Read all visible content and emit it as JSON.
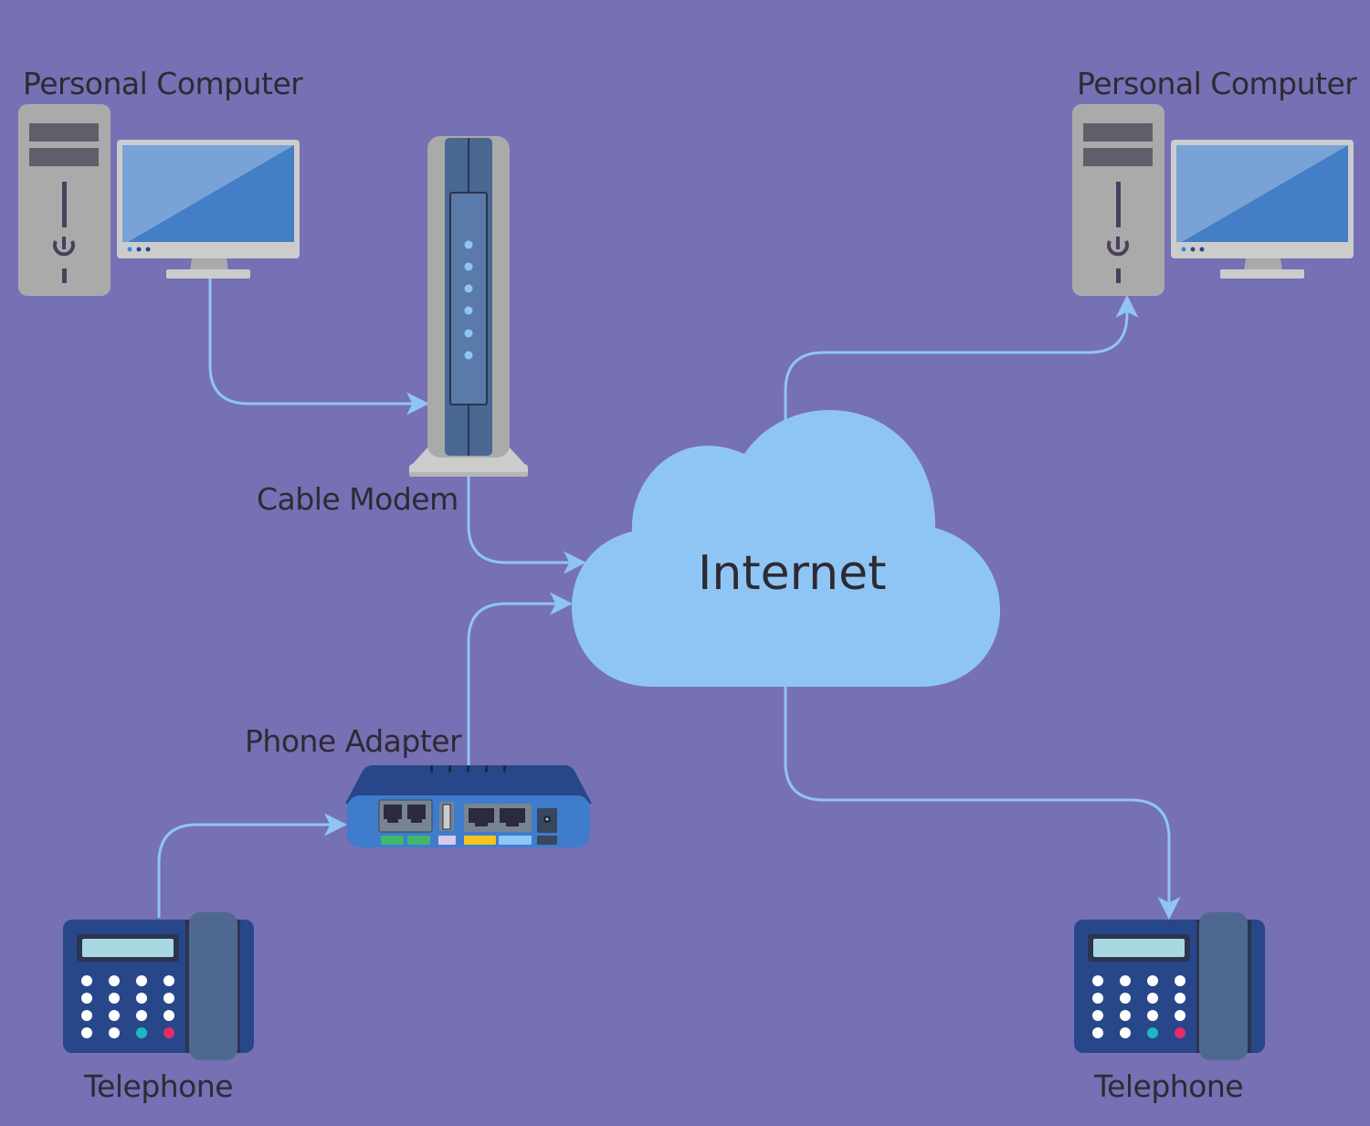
{
  "diagram": {
    "title": "Home VoIP network",
    "colors": {
      "background": "#7670b4",
      "connector": "#8fc5f4",
      "cloud": "#8fc5f4",
      "label_text": "#2e2a33",
      "device_gray": "#aaaaaa",
      "device_dark_blue": "#27478a",
      "device_blue": "#3f7ccc"
    },
    "nodes": [
      {
        "id": "pc-left",
        "type": "personal-computer-icon",
        "label": "Personal Computer"
      },
      {
        "id": "pc-right",
        "type": "personal-computer-icon",
        "label": "Personal Computer"
      },
      {
        "id": "cable-modem",
        "type": "cable-modem-icon",
        "label": "Cable Modem"
      },
      {
        "id": "internet",
        "type": "cloud-icon",
        "label": "Internet"
      },
      {
        "id": "phone-adapter",
        "type": "phone-adapter-icon",
        "label": "Phone Adapter"
      },
      {
        "id": "telephone-left",
        "type": "telephone-icon",
        "label": "Telephone"
      },
      {
        "id": "telephone-right",
        "type": "telephone-icon",
        "label": "Telephone"
      }
    ],
    "edges": [
      {
        "from": "pc-left",
        "to": "cable-modem"
      },
      {
        "from": "cable-modem",
        "to": "internet"
      },
      {
        "from": "phone-adapter",
        "to": "internet"
      },
      {
        "from": "telephone-left",
        "to": "phone-adapter"
      },
      {
        "from": "internet",
        "to": "pc-right"
      },
      {
        "from": "internet",
        "to": "telephone-right"
      }
    ]
  }
}
